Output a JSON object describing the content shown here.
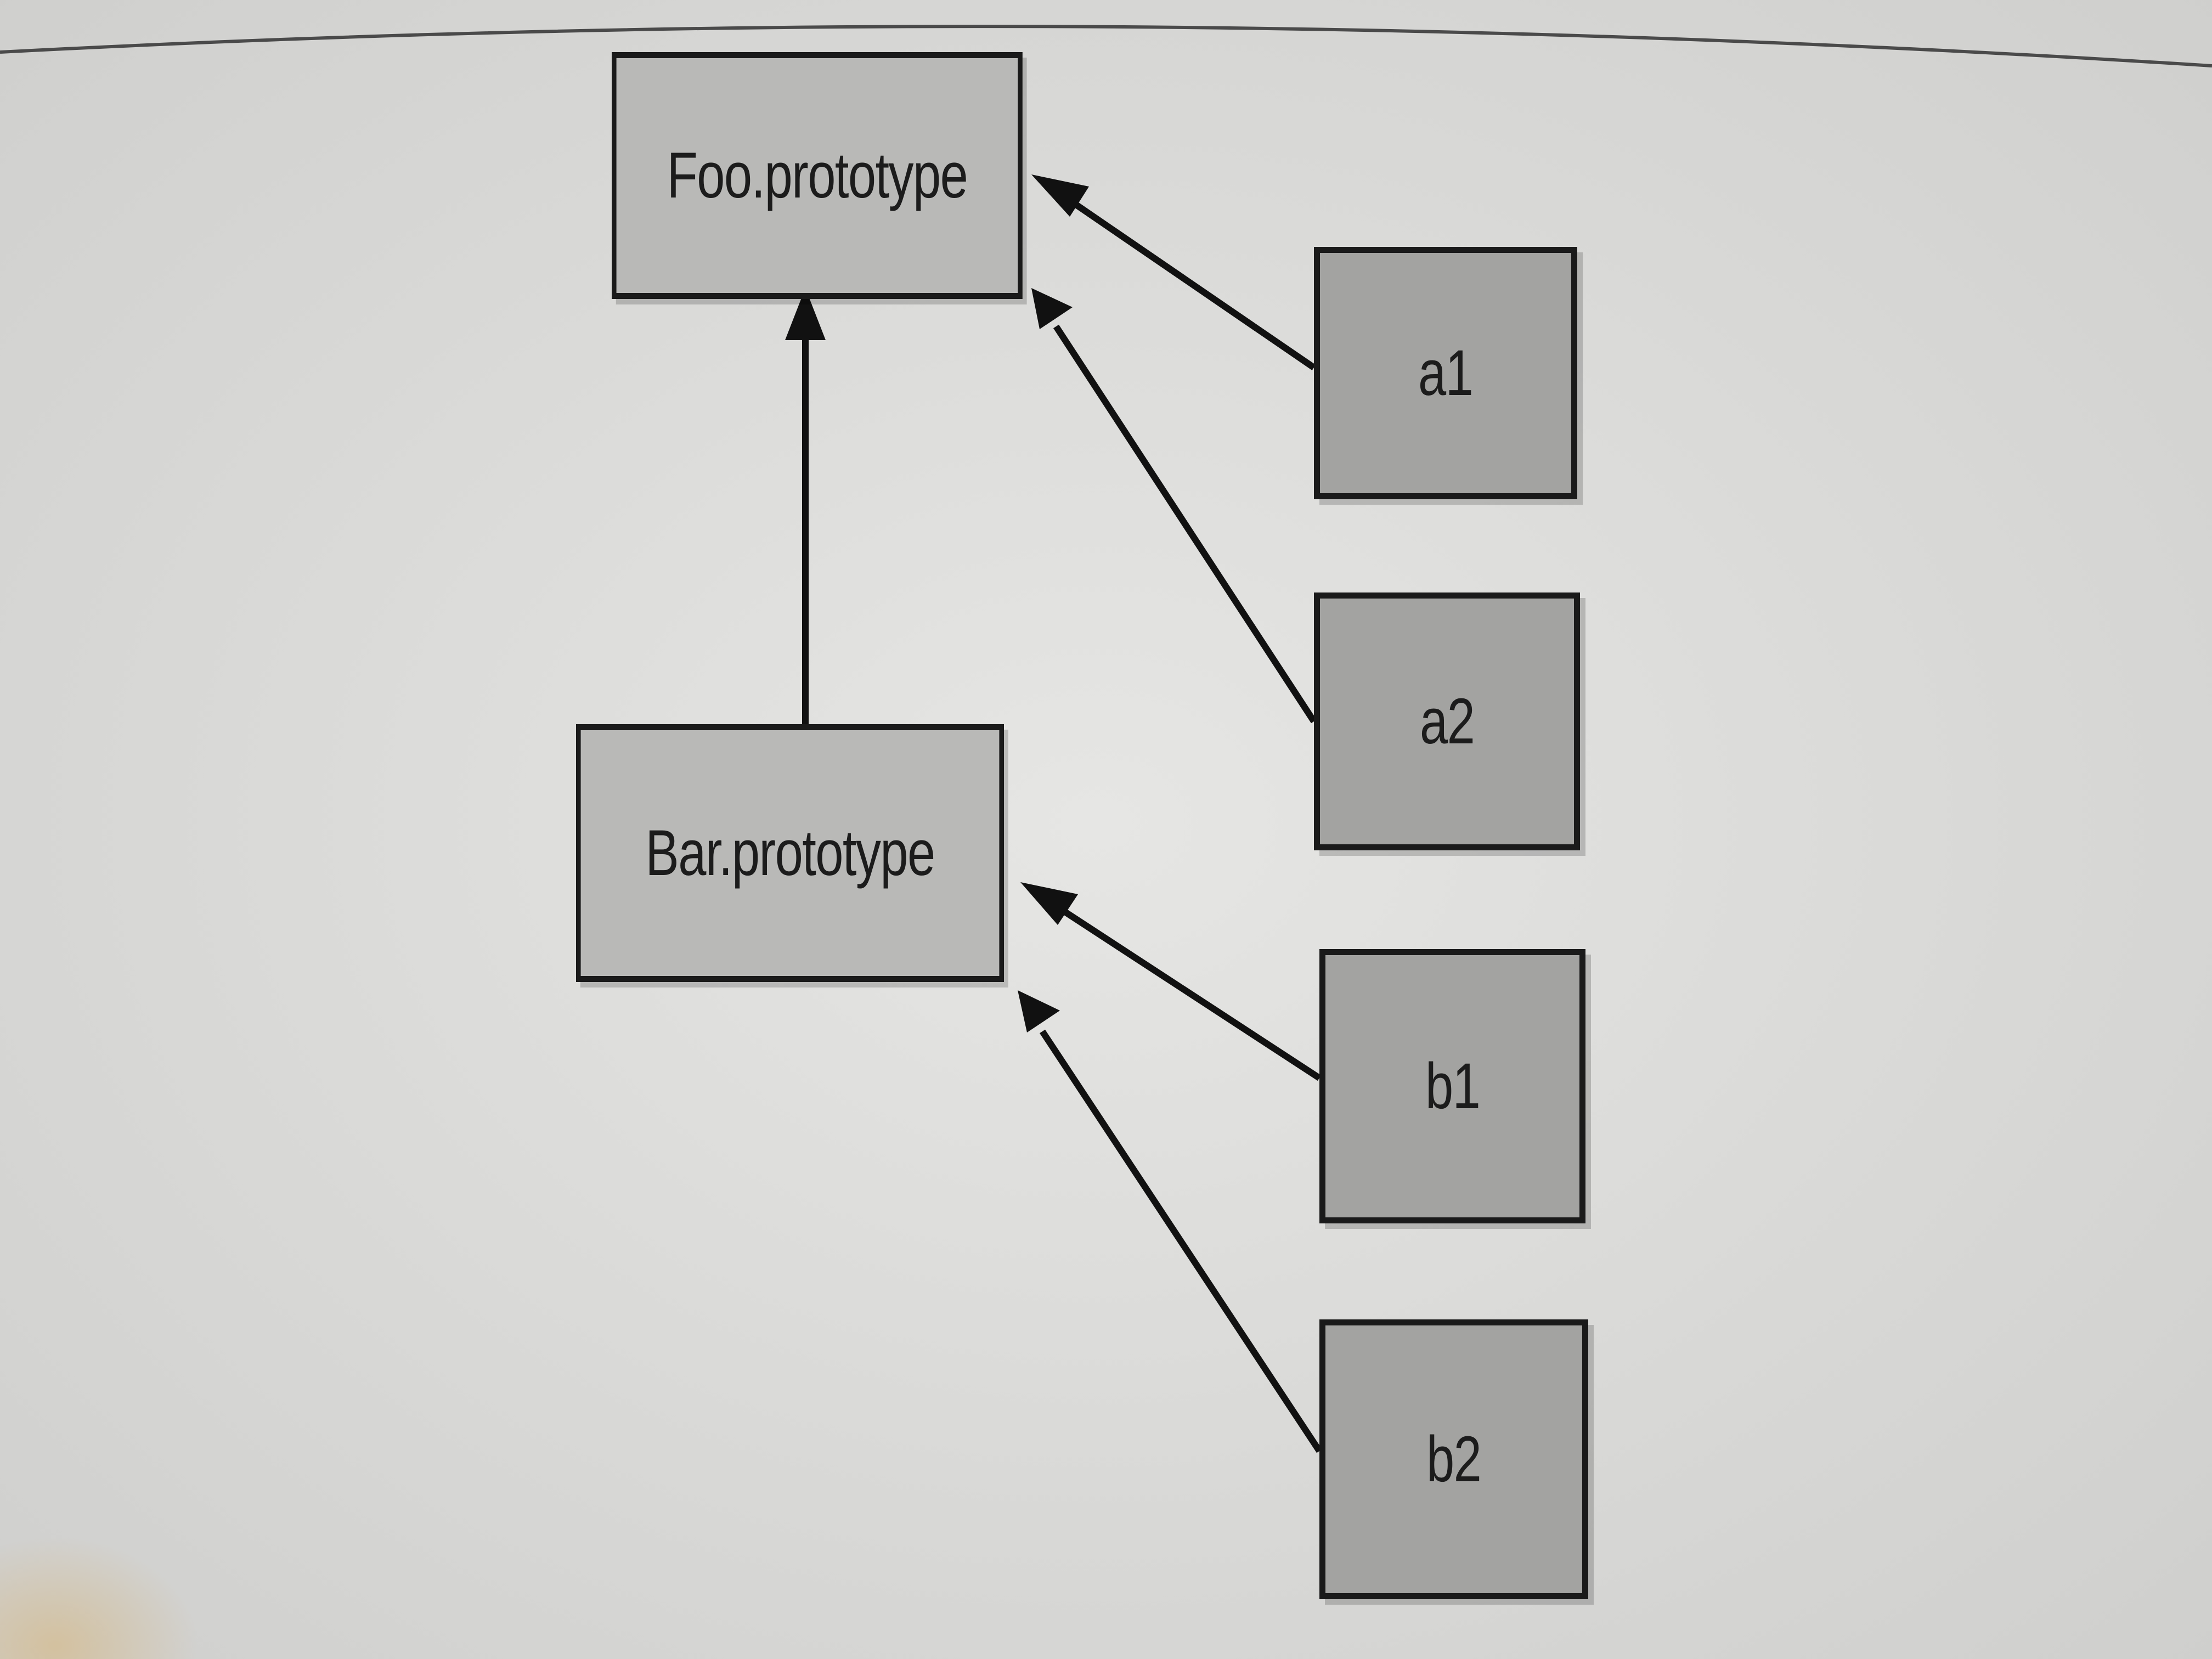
{
  "diagram": {
    "nodes": {
      "foo_proto": "Foo.prototype",
      "bar_proto": "Bar.prototype",
      "a1": "a1",
      "a2": "a2",
      "b1": "b1",
      "b2": "b2"
    },
    "edges": [
      {
        "from": "a1",
        "to": "Foo.prototype"
      },
      {
        "from": "a2",
        "to": "Foo.prototype"
      },
      {
        "from": "Bar.prototype",
        "to": "Foo.prototype"
      },
      {
        "from": "b1",
        "to": "Bar.prototype"
      },
      {
        "from": "b2",
        "to": "Bar.prototype"
      }
    ]
  },
  "colors": {
    "prototype_fill": "#b9b9b7",
    "instance_fill": "#a3a3a1",
    "stroke": "#1a1a1a",
    "paper": "#dcdcda"
  }
}
